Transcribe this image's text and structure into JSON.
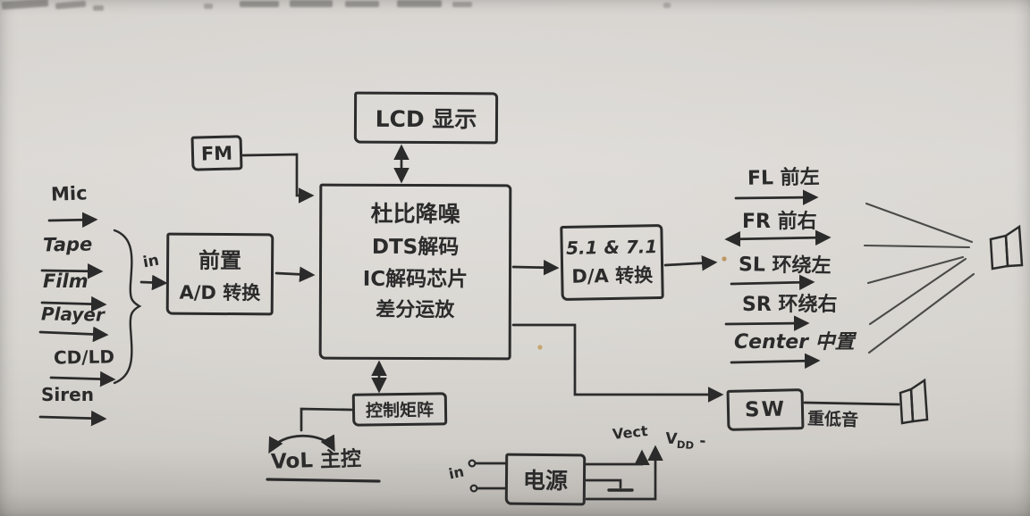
{
  "colors": {
    "paper": "#d8d5d0",
    "ink": "#2b2b2b"
  },
  "inputs": {
    "in_label": "in",
    "items": [
      {
        "label": "Mic"
      },
      {
        "label": "Tape"
      },
      {
        "label": "Film"
      },
      {
        "label": "Player"
      },
      {
        "label": "CD/LD"
      },
      {
        "label": "Siren"
      }
    ]
  },
  "blocks": {
    "fm": {
      "label": "FM"
    },
    "lcd": {
      "label": "LCD 显示"
    },
    "preamp": {
      "lines": [
        "前置",
        "A/D 转换"
      ]
    },
    "main": {
      "lines": [
        "杜比降噪",
        "DTS解码",
        "IC解码芯片",
        "差分运放"
      ]
    },
    "da": {
      "lines": [
        "5.1 & 7.1",
        "D/A 转换"
      ]
    },
    "control": {
      "label": "控制矩阵"
    },
    "sw": {
      "label": "SW"
    },
    "power": {
      "label": "电源",
      "in_label": "in",
      "vect_label": "Vect",
      "vdd_base": "V",
      "vdd_sub": "DD",
      "vdd_suffix": "-"
    }
  },
  "outputs": {
    "channels": [
      {
        "label": "FL 前左"
      },
      {
        "label": "FR 前右"
      },
      {
        "label": "SL 环绕左"
      },
      {
        "label": "SR 环绕右"
      },
      {
        "label": "Center 中置"
      }
    ],
    "subwoofer_label": "重低音"
  },
  "volume": {
    "label": "VoL 主控"
  },
  "icons": {
    "main_speakers": "speaker-icon",
    "subwoofer_speaker": "speaker-icon",
    "ground": "ground-icon",
    "volume_knob": "rotate-arrows-icon",
    "inputs_group": "curly-brace"
  }
}
